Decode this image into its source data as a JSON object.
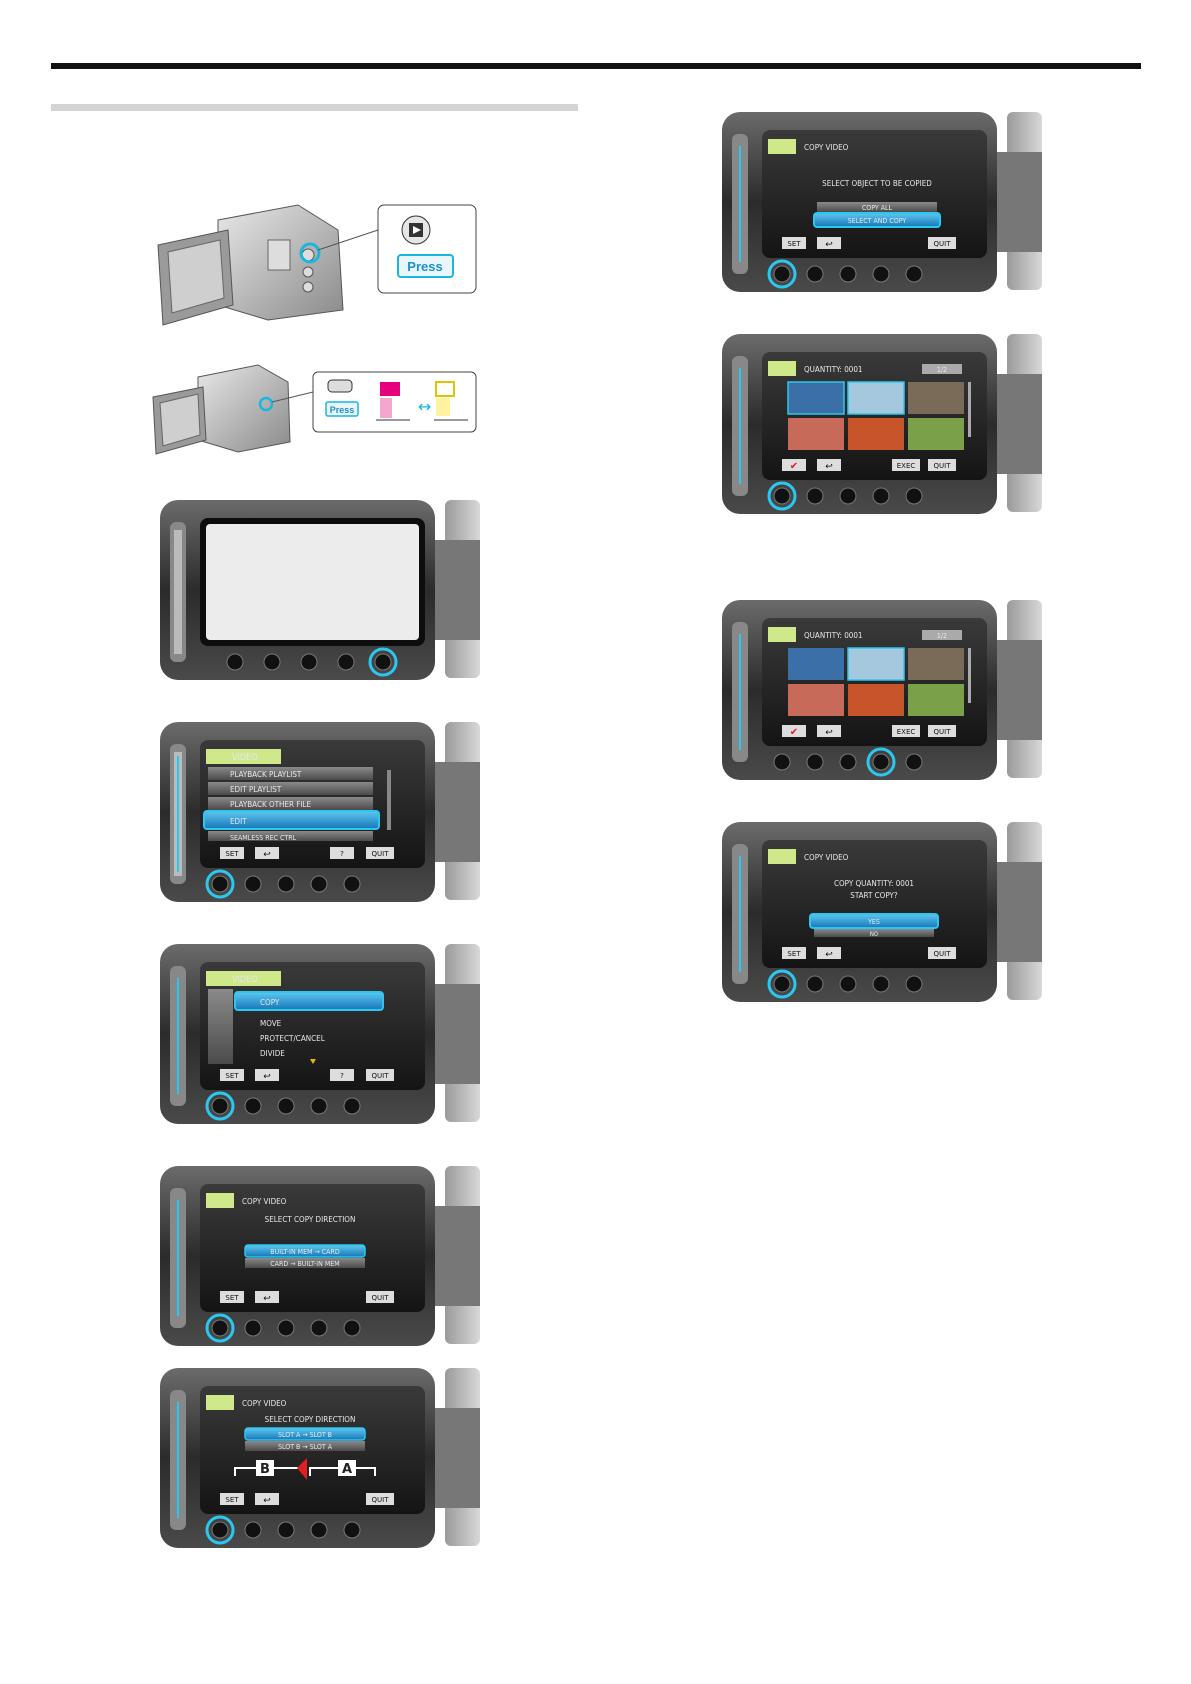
{
  "page": {
    "heading_bar": "",
    "section_bar": ""
  },
  "camera_photo_1": {
    "press_label": "Press",
    "button_icon": "playback-mode-icon"
  },
  "camera_photo_2": {
    "press_label": "Press",
    "left_icon": "video-mode-icon",
    "right_icon": "still-mode-icon",
    "switch_icon": "double-arrow-icon"
  },
  "lcd_3": {
    "blank": ""
  },
  "lcd_4": {
    "header": "VIDEO",
    "items": [
      "PLAYBACK PLAYLIST",
      "EDIT PLAYLIST",
      "PLAYBACK OTHER FILE",
      "EDIT",
      "SEAMLESS REC CTRL"
    ],
    "selected_index": 3,
    "softkeys": {
      "set": "SET",
      "help": "?",
      "quit": "QUIT"
    }
  },
  "lcd_5": {
    "header": "VIDEO",
    "items": [
      "COPY",
      "MOVE",
      "PROTECT/CANCEL",
      "DIVIDE"
    ],
    "selected_index": 0,
    "softkeys": {
      "set": "SET",
      "help": "?",
      "quit": "QUIT"
    }
  },
  "lcd_6": {
    "title": "COPY VIDEO",
    "prompt": "SELECT COPY DIRECTION",
    "options": [
      "BUILT-IN MEM → CARD",
      "CARD → BUILT-IN MEM"
    ],
    "softkeys": {
      "set": "SET",
      "quit": "QUIT"
    }
  },
  "lcd_7": {
    "title": "COPY VIDEO",
    "prompt": "SELECT COPY DIRECTION",
    "options": [
      "SLOT A → SLOT B",
      "SLOT B → SLOT A"
    ],
    "slot_left": "B",
    "slot_right": "A",
    "softkeys": {
      "set": "SET",
      "quit": "QUIT"
    }
  },
  "lcd_8": {
    "title": "COPY VIDEO",
    "prompt": "SELECT OBJECT TO BE COPIED",
    "options": [
      "COPY ALL",
      "SELECT AND COPY"
    ],
    "softkeys": {
      "set": "SET",
      "quit": "QUIT"
    }
  },
  "lcd_9": {
    "quantity": "QUANTITY: 0001",
    "page": "1/2",
    "softkeys": {
      "exec": "EXEC",
      "quit": "QUIT"
    }
  },
  "lcd_10": {
    "quantity": "QUANTITY: 0001",
    "page": "1/2",
    "softkeys": {
      "exec": "EXEC",
      "quit": "QUIT"
    }
  },
  "lcd_11": {
    "title": "COPY VIDEO",
    "line1": "COPY QUANTITY: 0001",
    "line2": "START COPY?",
    "options": [
      "YES",
      "NO"
    ],
    "softkeys": {
      "set": "SET",
      "quit": "QUIT"
    }
  },
  "colors": {
    "highlight": "#19b6e0",
    "screen_header": "#cfe88a",
    "select_bar": "#1e8fc8",
    "ring": "#2cc7ee"
  }
}
